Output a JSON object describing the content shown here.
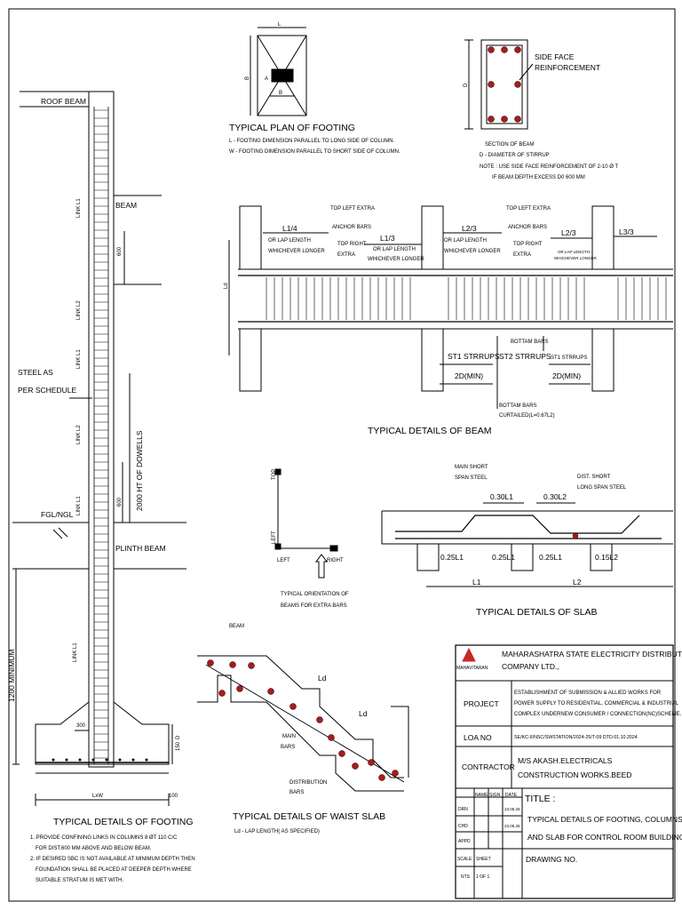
{
  "colors": {
    "ink": "#000000",
    "rebar": "#b01818",
    "logo": "#c62828"
  },
  "column": {
    "roof_beam": "ROOF BEAM",
    "beam": "BEAM",
    "plinth_beam": "PLINTH BEAM",
    "fgl": "FGL/NGL",
    "steel_1": "STEEL AS",
    "steel_2": "PER SCHEDULE",
    "link_l1_a": "LINK L1",
    "link_l2_a": "LINK L2",
    "link_l1_b": "LINK L1",
    "link_l2_b": "LINK L2",
    "link_l1_c": "LINK L1",
    "link_l1_d": "LINK L1",
    "dim_600_a": "600",
    "dim_600_b": "600",
    "dowels": "2000 HT OF DOWELLS",
    "min_1200": "1200 MINIMUM",
    "dim_300": "300",
    "dim_150": "150",
    "dim_d": "D",
    "lxw": "LxW",
    "dim_100": "100"
  },
  "footing_detail": {
    "title": "TYPICAL DETAILS OF FOOTING",
    "notes": [
      "1. PROVIDE CONFINING LINKS IN COLUMNS 8 ØT 110 C/C",
      "FOR DIST.600 MM ABOVE AND BELOW BEAM.",
      "2. IF DESIRED SBC IS NOT AVAILABLE AT MINIMUM DEPTH THEN",
      "FOUNDATION SHALL BE PLACED AT DEEPER DEPTH WHERE",
      "SUITABLE STRATUM IS MET WITH."
    ]
  },
  "plan": {
    "title": "TYPICAL PLAN OF FOOTING",
    "note1": "L -  FOOTING DIMENSION PARALLEL TO LONG SIDE OF COLUMN.",
    "note2": "W - FOOTING DIMENSION PARALLEL TO SHORT SIDE OF COLUMN.",
    "L": "L",
    "B": "B",
    "A": "A",
    "W": "B"
  },
  "section_beam": {
    "side_face": "SIDE FACE",
    "reinf": "REINFORCEMENT",
    "d": "D",
    "title": "SECTION OF BEAM",
    "line1": "D - DIAMETER OF STIRRUP",
    "line2": "NOTE : USE SIDE FACE REINFORCEMENT OF 2-10 Ø T",
    "line3": "IF BEAM DEPTH EXCESS D0 600 MM"
  },
  "beam": {
    "title": "TYPICAL DETAILS OF BEAM",
    "l14": "L1/4",
    "lap1": "OR LAP LENGTH",
    "lap2": "WHICHEVER LONGER",
    "top_left": "TOP LEFT EXTRA",
    "anchor": "ANCHOR BARS",
    "top_right": "TOP RIGHT",
    "extra": "EXTRA",
    "l13": "L1/3",
    "l13_lap1": "OR LAP LENGTH",
    "l13_lap2": "WHICHEVER LONGER",
    "l23": "L2/3",
    "lap3": "OR LAP LENGTH",
    "lap4": "WHICHEVER LONGER",
    "top_left2": "TOP LEFT EXTRA",
    "anchor2": "ANCHOR BARS",
    "top_right2": "TOP RIGHT",
    "extra2": "EXTRA",
    "l23b": "L2/3",
    "l23b_lap1": "OR LAP LENGTH",
    "l23b_lap2": "WHICHEVER LONGER",
    "l33": "L3/3",
    "ld": "Ld",
    "st1": "ST1 STRRUPS",
    "st2": "ST2 STRRUPS",
    "st1b": "ST1 STRRUPS",
    "bottam": "BOTTAM BARS",
    "min2d_a": "2D(MIN)",
    "min2d_b": "2D(MIN)",
    "curt1": "BOTTAM BARS",
    "curt2": "CURTAILED(L=0.67L2)"
  },
  "orientation": {
    "top": "TOP",
    "left": "LEFT",
    "left2": "LEFT",
    "right": "RIGHT",
    "line1": "TYPICAL ORIENTATION OF",
    "line2": "BEAMS FOR EXTRA BARS"
  },
  "slab": {
    "title": "TYPICAL DETAILS OF SLAB",
    "main1": "MAIN SHORT",
    "main2": "SPAN STEEL",
    "dist1": "DIST. SHORT",
    "dist2": "LONG SPAN STEEL",
    "l030_1": "0.30L1",
    "l030_2": "0.30L2",
    "l025_a": "0.25L1",
    "l025_b": "0.25L1",
    "l025_c": "0.25L1",
    "l015": "0.15L2",
    "L1": "L1",
    "L2": "L2"
  },
  "waist": {
    "title": "TYPICAL DETAILS OF WAIST SLAB",
    "note": "Ld - LAP LENGTH( AS SPECIFIED)",
    "beam": "BEAM",
    "main1": "MAIN",
    "main2": "BARS",
    "dist1": "DISTRIBUTION",
    "dist2": "BARS",
    "ld1": "Ld",
    "ld2": "Ld"
  },
  "titleblock": {
    "company1": "MAHARASHATRA STATE ELECTRICITY DISTRIBUTION",
    "company2": "COMPANY LTD.,",
    "logo_text": "MAHAVITARAN",
    "project_label": "PROJECT",
    "project1": "ESTABLISHMENT OF SUBMISSION & ALLIED WORKS FOR",
    "project2": "POWER SUPPLY TO RESIDENTIAL, COMMERCIAL & INDUSTRIAL",
    "project3": "COMPLEX UNDERNEW CONSUMER / CONNECTION(NC)SCHEME.",
    "loa_label": "LOA NO",
    "loa": "SE/KC-II/NSC/SWSTATION/2024-25/T-09 DTD.01.10.2024",
    "contractor_label": "CONTRACTOR",
    "contractor1": "M/S AKASH.ELECTRICALS",
    "contractor2": "CONSTRUCTION WORKS.BEED",
    "name": "NAME",
    "sign": "SIGN",
    "date": "DATE",
    "drn": "DRN",
    "chd": "CHD",
    "appd": "APPD",
    "date1": "23.05.25",
    "date2": "23.05.25",
    "title_label": "TITLE :",
    "title1": "TYPICAL DETAILS OF FOOTING, COLUMNS,",
    "title2": "AND SLAB FOR CONTROL ROOM BUILDING",
    "scale": "SCALE",
    "nts": "NTS",
    "sheet": "SHEET",
    "of1": "1 OF 1",
    "drawing_no": "DRAWING NO."
  }
}
